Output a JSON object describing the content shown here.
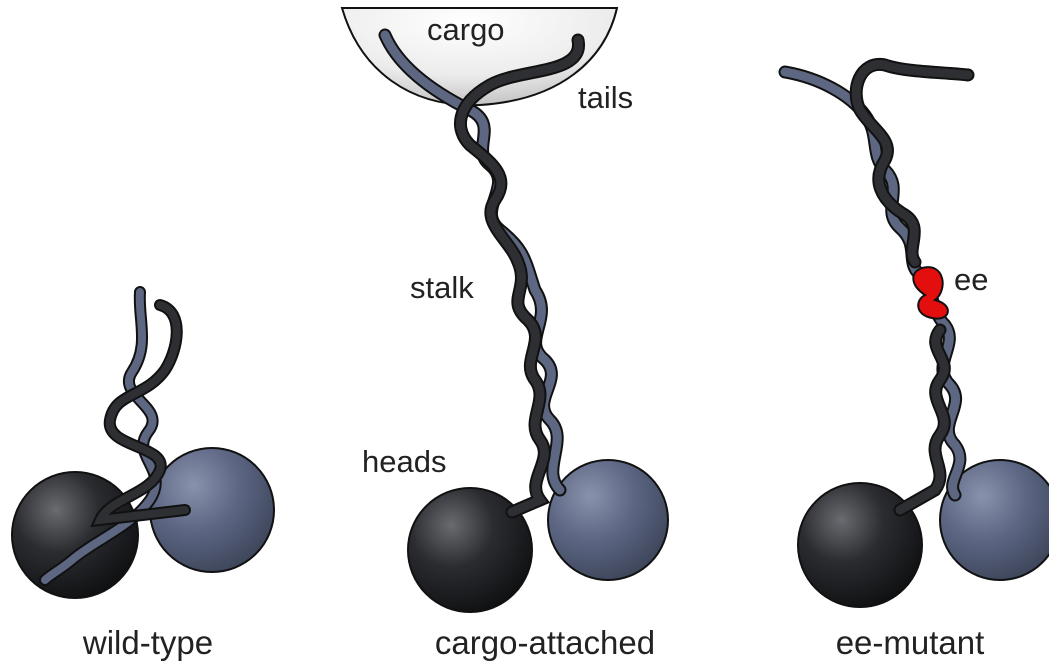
{
  "labels": {
    "cargo": "cargo",
    "tails": "tails",
    "stalk": "stalk",
    "heads": "heads",
    "ee": "ee"
  },
  "captions": {
    "wild_type": "wild-type",
    "cargo_attached": "cargo-attached",
    "ee_mutant": "ee-mutant"
  },
  "colors": {
    "dark_strand": "#2b2c2f",
    "blue_strand": "#5d6781",
    "dark_head": "#1f2023",
    "blue_head": "#5c6683",
    "cargo_sphere": "#e6e6e6",
    "ee_mutation": "#e30f0f"
  }
}
